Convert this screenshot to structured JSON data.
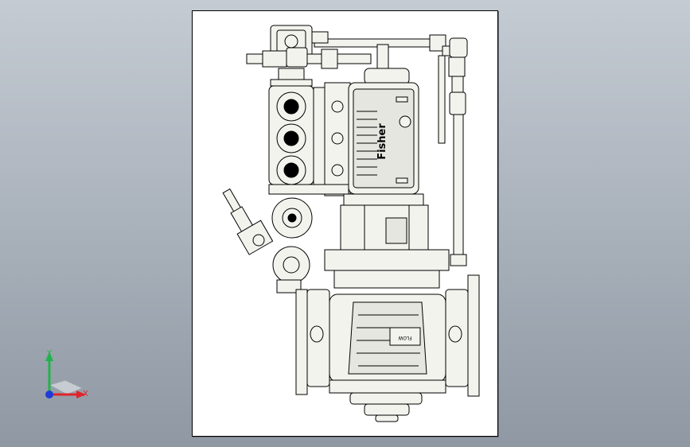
{
  "viewport": {
    "background_top": "#c4cbd3",
    "background_bottom": "#8f98a3"
  },
  "drawing": {
    "part": "control-valve-assembly",
    "brand_mark": "Fisher",
    "flow_label": "FLOW"
  },
  "triad": {
    "x_label": "X",
    "y_label": "Y",
    "x_color": "#e0242b",
    "y_color": "#22b34a",
    "z_color": "#1f3bd8"
  }
}
